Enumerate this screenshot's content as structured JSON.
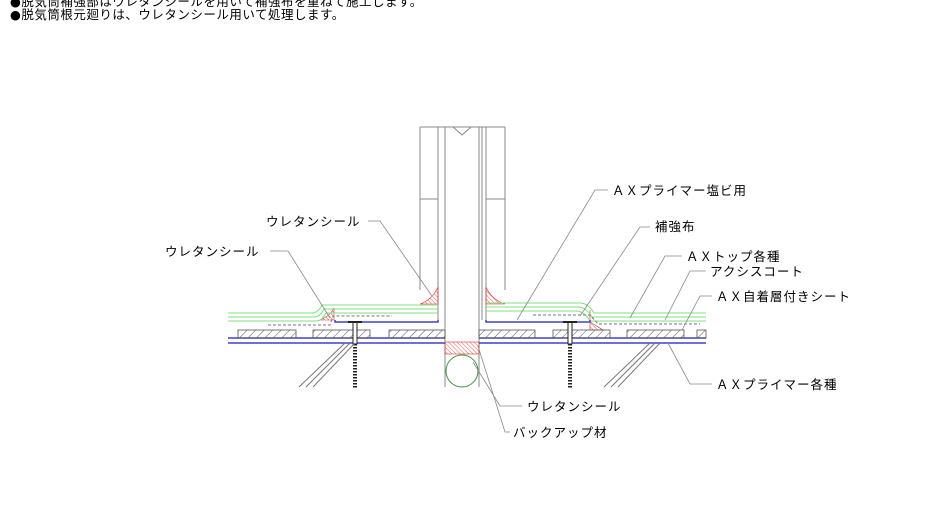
{
  "notes": [
    "●脱気筒補強部はウレタンシールを用いて補強布を重ねて施工します。",
    "●脱気筒根元廻りは、ウレタンシール用いて処理します。"
  ],
  "labels": {
    "primer_pvc": "ＡＸプライマー塩ビ用",
    "reinforcement": "補強布",
    "top": "ＡＸトップ各種",
    "axis_coat": "アクシスコート",
    "sheet": "ＡＸ自着層付きシート",
    "primer": "ＡＸプライマー各種",
    "seal_upper": "ウレタンシール",
    "seal_left": "ウレタンシール",
    "seal_bottom": "ウレタンシール",
    "backup": "バックアップ材"
  },
  "colors": {
    "blue": "#4040d0",
    "green": "#80e080",
    "red": "#e03030",
    "line": "#808080"
  }
}
